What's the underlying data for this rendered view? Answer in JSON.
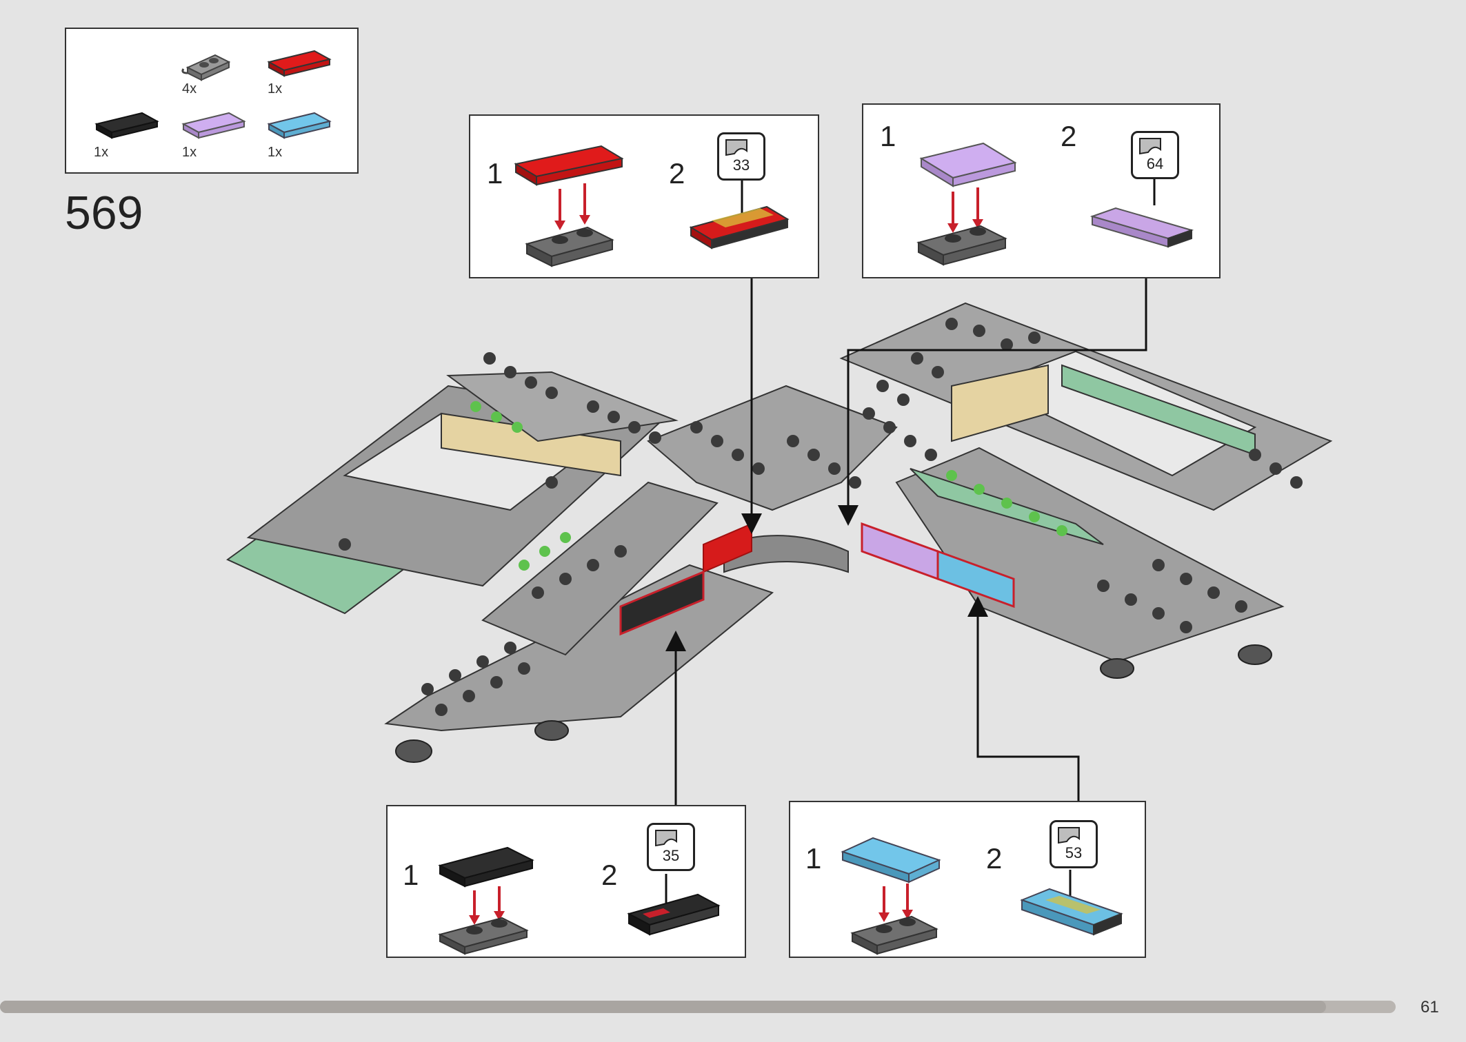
{
  "page": {
    "number": "61",
    "step_number": "569",
    "progress": 0.95
  },
  "parts_list": [
    {
      "part": "gray-clip-plate-1x2",
      "qty": "4x"
    },
    {
      "part": "red-tile-1x3",
      "qty": "1x"
    },
    {
      "part": "black-tile-1x3",
      "qty": "1x"
    },
    {
      "part": "lavender-tile-1x3",
      "qty": "1x"
    },
    {
      "part": "light-blue-tile-1x3",
      "qty": "1x"
    }
  ],
  "callouts": {
    "top_left": {
      "step1": "1",
      "step2": "2",
      "sticker": "33",
      "tile_color": "#d61b1b"
    },
    "top_right": {
      "step1": "1",
      "step2": "2",
      "sticker": "64",
      "tile_color": "#c9a6e6"
    },
    "bottom_left": {
      "step1": "1",
      "step2": "2",
      "sticker": "35",
      "tile_color": "#2a2a2a"
    },
    "bottom_right": {
      "step1": "1",
      "step2": "2",
      "sticker": "53",
      "tile_color": "#6cc0e3"
    }
  },
  "colors": {
    "arrow_red": "#c8202b",
    "plate_gray": "#8a8a8a",
    "plate_light": "#a8a8a8",
    "stud_dark": "#3a3a3a"
  }
}
